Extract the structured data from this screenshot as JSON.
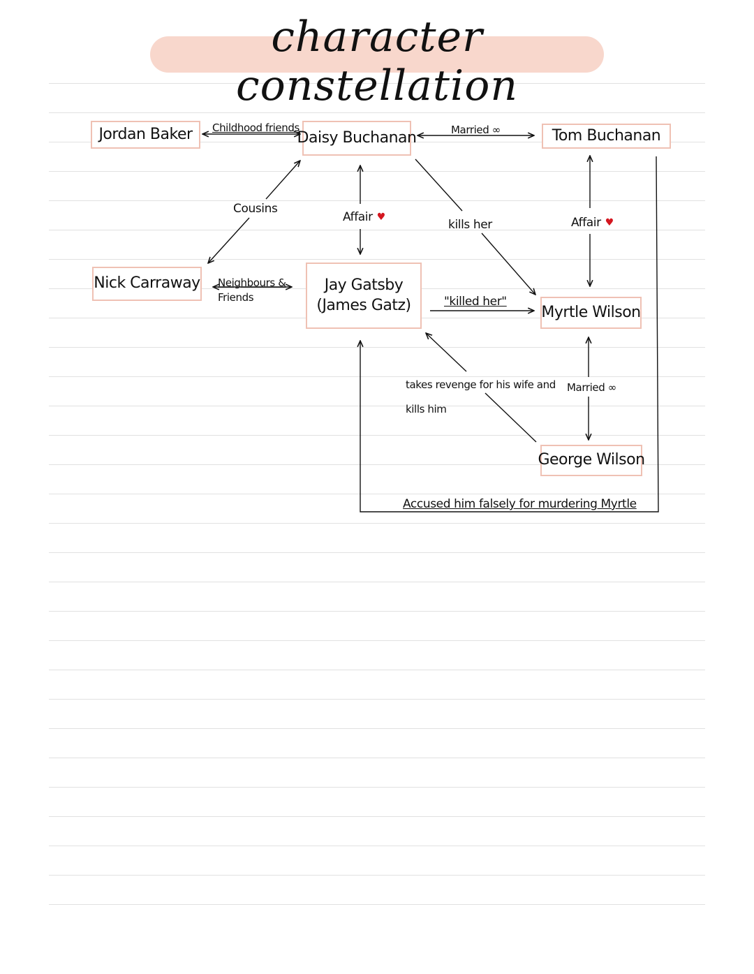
{
  "title": "character constellation",
  "nodes": {
    "jordan": "Jordan Baker",
    "daisy": "Daisy Buchanan",
    "tom": "Tom Buchanan",
    "nick": "Nick Carraway",
    "gatsby_line1": "Jay Gatsby",
    "gatsby_line2": "(James Gatz)",
    "myrtle": "Myrtle Wilson",
    "george": "George Wilson"
  },
  "edges": {
    "childhood_friends": "Childhood friends",
    "married_daisy_tom": "Married ∞",
    "cousins": "Cousins",
    "affair_daisy_gatsby": "Affair",
    "kills_her": "kills her",
    "affair_tom_myrtle": "Affair",
    "neighbours_line1": "Neighbours &",
    "neighbours_line2": "Friends",
    "killed_her": "\"killed her\"",
    "revenge_line1": "takes revenge for his wife and",
    "revenge_line2": "kills him",
    "married_myrtle_george": "Married ∞",
    "accused": "Accused him falsely for murdering Myrtle"
  },
  "colors": {
    "box_border": "#efc1b4",
    "title_highlight": "#f8d7cc",
    "heart": "#d4161f",
    "rule_line": "#e1e1e1"
  },
  "icons": {
    "heart": "♥"
  }
}
